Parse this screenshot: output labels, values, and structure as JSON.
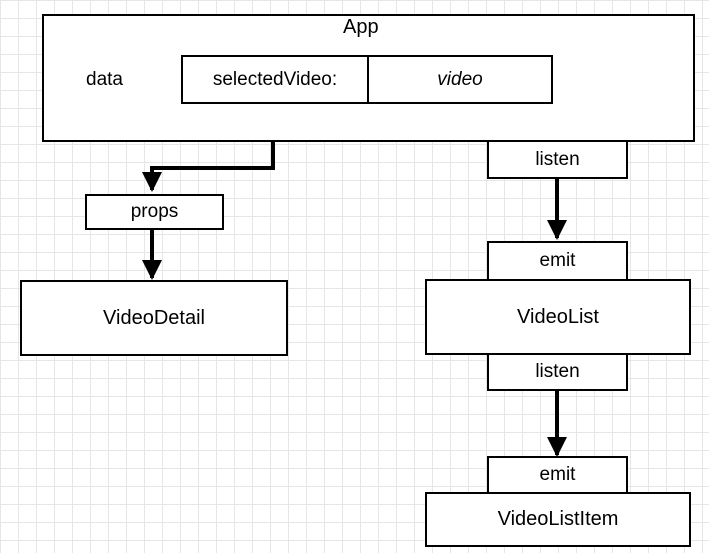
{
  "diagram": {
    "app": {
      "title": "App"
    },
    "data_label": "data",
    "state": {
      "key": "selectedVideo:",
      "value": "video"
    },
    "labels": {
      "props": "props",
      "listen_app": "listen",
      "emit_list": "emit",
      "listen_list": "listen",
      "emit_item": "emit"
    },
    "components": {
      "video_detail": "VideoDetail",
      "video_list": "VideoList",
      "video_list_item": "VideoListItem"
    }
  }
}
